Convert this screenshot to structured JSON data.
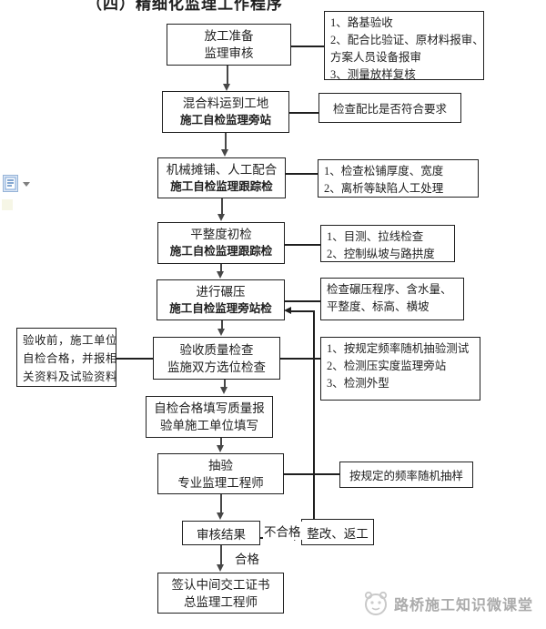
{
  "title": {
    "text": "（四）精细化监理工作程序"
  },
  "flow": {
    "prep": {
      "line1": "放工准备",
      "line2": "监理审核"
    },
    "note1": {
      "line1": "1、路基验收",
      "line2": "2、配合比验证、原材料报审、",
      "line3": "方案人员设备报审",
      "line4": "3、测量放样复核"
    },
    "mix": {
      "line1": "混合料运到工地",
      "line2": "施工自检监理旁站"
    },
    "note2": {
      "line1": "检查配比是否符合要求"
    },
    "pave": {
      "line1": "机械摊铺、人工配合",
      "line2": "施工自检监理跟踪检"
    },
    "note3": {
      "line1": "1、检查松铺厚度、宽度",
      "line2": "2、离析等缺陷人工处理"
    },
    "flat": {
      "line1": "平整度初检",
      "line2": "施工自检监理跟踪检"
    },
    "note4": {
      "line1": "1、目测、拉线检查",
      "line2": "2、控制纵坡与路拱度"
    },
    "roll": {
      "line1": "进行碾压",
      "line2": "施工自检监理旁站检"
    },
    "note5": {
      "line1": "检查碾压程序、含水量、",
      "line2": "平整度、标高、横坡"
    },
    "prenote": {
      "line1": "验收前，施工单位",
      "line2": "自检合格，并报相",
      "line3": "关资料及试验资料"
    },
    "accept": {
      "line1": "验收质量检查",
      "line2": "监施双方选位检查"
    },
    "note6": {
      "line1": "1、按规定频率随机抽验测试",
      "line2": "2、检测压实度监理旁站",
      "line3": "3、检测外型"
    },
    "fill": {
      "line1": "自检合格填写质量报",
      "line2": "验单施工单位填写"
    },
    "sample": {
      "line1": "抽验",
      "line2": "专业监理工程师"
    },
    "note7": {
      "line1": "按规定的频率随机抽样"
    },
    "review": {
      "line1": "审核结果"
    },
    "rework": {
      "line1": "整改、返工"
    },
    "sign": {
      "line1": "签认中间交工证书",
      "line2": "总监理工程师"
    }
  },
  "labels": {
    "fail": "不合格",
    "pass": "合格"
  },
  "watermark": {
    "text": "路桥施工知识微课堂"
  },
  "colors": {
    "box_border": "#1f1f1f",
    "flow_arrow_gray": "#474747",
    "watermark_gray": "#ababab",
    "paste_icon_blue": "#4f81bd"
  }
}
